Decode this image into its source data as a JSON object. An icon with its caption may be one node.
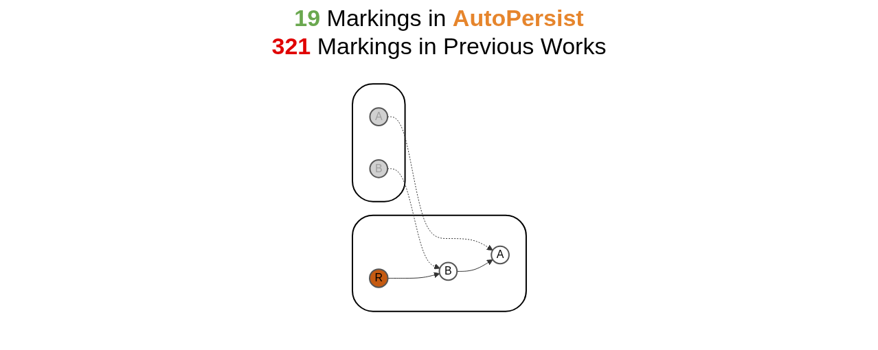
{
  "diagram": {
    "nodes": [
      {
        "text": [],
        "shape": "box"
      },
      {
        "text": [
          "A"
        ],
        "in": 0
      },
      {
        "text": [
          "B"
        ],
        "in": 0
      },
      {
        "text": [],
        "shape": "box"
      },
      {
        "text": [
          "A"
        ],
        "in": 3
      },
      {
        "text": [
          "B"
        ],
        "in": 3
      },
      {
        "text": [
          "R"
        ],
        "in": 3
      }
    ],
    "edges": [
      {
        "from": 1,
        "to": 4,
        "arrow": "to",
        "style": "dashed"
      },
      {
        "from": 2,
        "to": 5,
        "arrow": "to",
        "style": "dashed"
      },
      {
        "from": 5,
        "to": 4,
        "arrow": "to"
      },
      {
        "from": 6,
        "to": 5,
        "arrow": "to"
      }
    ],
    "labels": [
      "19 Markings in AutoPersist",
      "321 Markings in Previous Works"
    ]
  }
}
